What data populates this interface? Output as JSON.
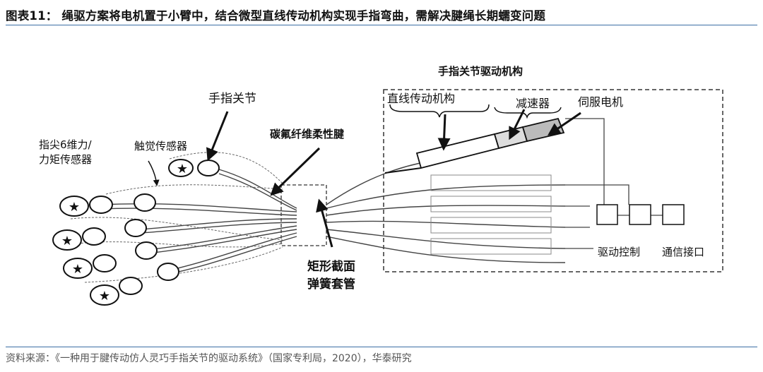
{
  "header": {
    "title": "图表11： 绳驱方案将电机置于小臂中，结合微型直线传动机构实现手指弯曲，需解决腱绳长期蠕变问题"
  },
  "diagram": {
    "labels": {
      "fingertip_sensor_line1": "指尖6维力/",
      "fingertip_sensor_line2": "力矩传感器",
      "tactile_sensor": "触觉传感器",
      "finger_joint": "手指关节",
      "tendon": "碳氟纤维柔性腱",
      "sleeve_line1": "矩形截面",
      "sleeve_line2": "弹簧套管",
      "drive_mechanism": "手指关节驱动机构",
      "linear_transmission": "直线传动机构",
      "reducer": "减速器",
      "servo_motor": "伺服电机",
      "drive_control": "驱动控制",
      "comm_interface": "通信接口"
    }
  },
  "footer": {
    "source": "资料来源：《一种用于腱传动仿人灵巧手指关节的驱动系统》（国家专利局，2020），华泰研究"
  }
}
